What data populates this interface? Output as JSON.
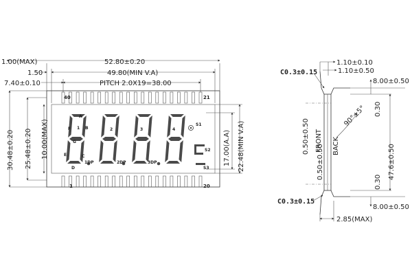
{
  "front_view": {
    "dims": {
      "max_height": "1.00(MAX)",
      "overall_width": "52.80±0.20",
      "view_area_width": "49.80(MIN V.A)",
      "offset_150": "1.50",
      "offset_740": "7.40±0.10",
      "pitch": "PITCH 2.0X19=38.00",
      "overall_height": "30.48±0.20",
      "inner_height": "25.48±0.20",
      "max_10": "10.00(MAX)",
      "active_area": "17.00(A.A)",
      "view_area_height": "22.48(MIN V.A)"
    },
    "pins": {
      "p40": "40",
      "p21": "21",
      "p1": "1",
      "p20": "20"
    },
    "segment_labels": {
      "A": "A",
      "B": "B",
      "C": "C",
      "D": "D",
      "E": "E",
      "F": "F",
      "G": "G",
      "d1": "1",
      "d2": "2",
      "d3": "3",
      "d4": "4",
      "dp1": "1DP",
      "dp2": "2DP",
      "dp3": "3DP",
      "s1": "S1",
      "s2": "S2",
      "s3": "S3"
    }
  },
  "side_view": {
    "dims": {
      "top_110_010": "1.10±0.10",
      "top_110_050": "1.10±0.50",
      "right_800_top": "8.00±0.50",
      "right_030_top": "0.30",
      "right_476": "47.6±0.50",
      "right_030_bot": "0.30",
      "right_800_bot": "8.00±0.50",
      "bottom_285": "2.85(MAX)",
      "left_050_a": "0.50±0.50",
      "left_050_b": "0.50±0.50",
      "angle": "90°±5°"
    },
    "chamfer_top": "C0.3±0.15",
    "chamfer_bottom": "C0.3±0.15",
    "front_label": "FRONT",
    "back_label": "BACK"
  }
}
